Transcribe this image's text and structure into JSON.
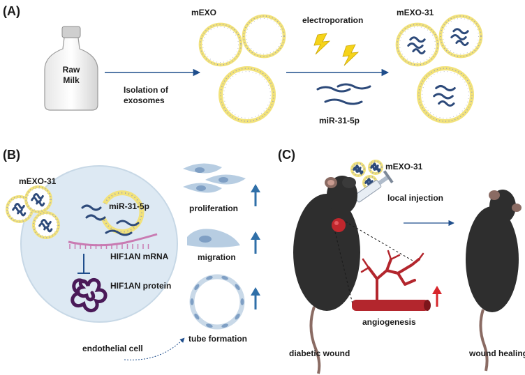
{
  "panels": {
    "a": "(A)",
    "b": "(B)",
    "c": "(C)"
  },
  "panel_a": {
    "bottle_line1": "Raw",
    "bottle_line2": "Milk",
    "isolation_line1": "Isolation of",
    "isolation_line2": "exosomes",
    "mexo": "mEXO",
    "electroporation": "electroporation",
    "mirna": "miR-31-5p",
    "mexo31": "mEXO-31"
  },
  "panel_b": {
    "mexo31": "mEXO-31",
    "mirna": "miR-31-5p",
    "mrna": "HIF1AN mRNA",
    "protein": "HIF1AN protein",
    "proliferation": "proliferation",
    "migration": "migration",
    "tube_formation": "tube formation",
    "endothelial_cell": "endothelial cell"
  },
  "panel_c": {
    "mexo31": "mEXO-31",
    "local_injection": "local injection",
    "angiogenesis": "angiogenesis",
    "diabetic_wound": "diabetic wound",
    "wound_healing": "wound healing"
  },
  "colors": {
    "arrow_blue": "#1f4e8c",
    "up_arrow": "#2f6fa8",
    "red_arrow": "#d7262b",
    "membrane_yellow": "#f2e27a",
    "membrane_dot": "#9aa0b4",
    "rna": "#2d4a7a",
    "cell_fill": "#dde9f3",
    "vessel": "#b3262d",
    "mouse": "#2e2e2e"
  }
}
